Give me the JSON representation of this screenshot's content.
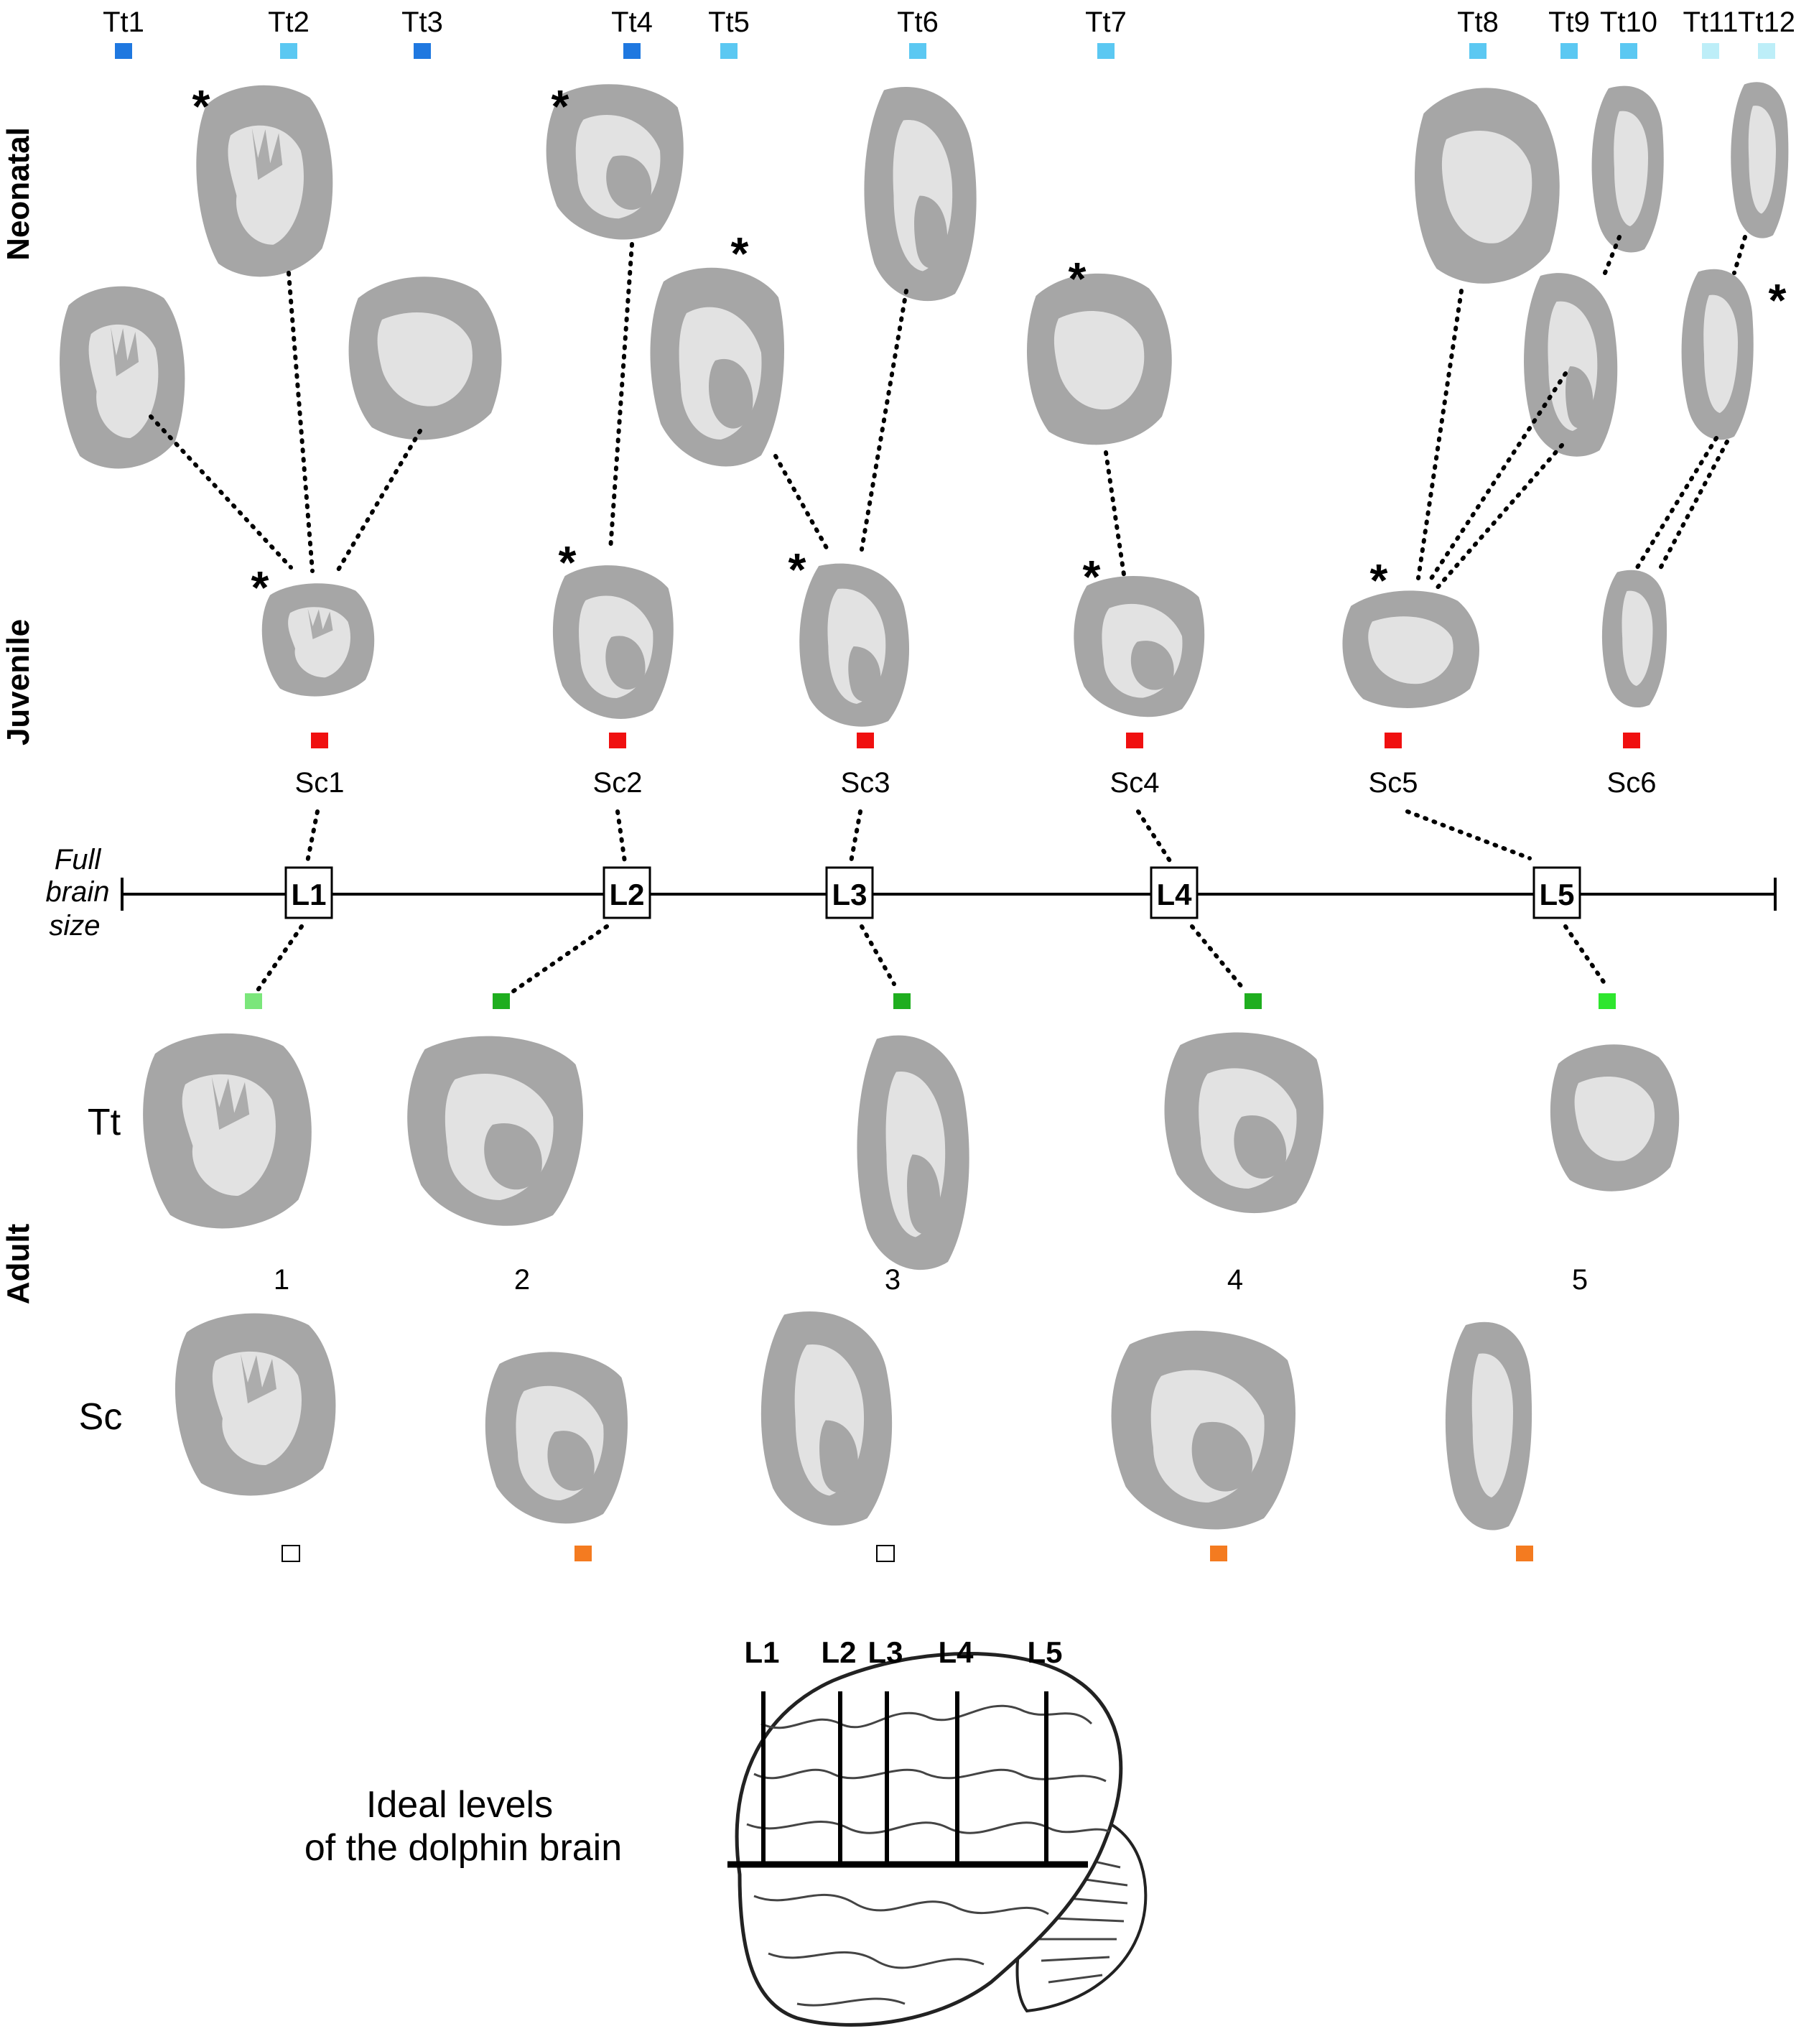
{
  "rows": {
    "neonatal": "Neonatal",
    "juvenile": "Juvenile",
    "adult": "Adult"
  },
  "neonatal_specimens": [
    {
      "label": "Tt1",
      "color": "#1f78e0"
    },
    {
      "label": "Tt2",
      "color": "#5bc8f2"
    },
    {
      "label": "Tt3",
      "color": "#1f78e0"
    },
    {
      "label": "Tt4",
      "color": "#1f78e0"
    },
    {
      "label": "Tt5",
      "color": "#5bc8f2"
    },
    {
      "label": "Tt6",
      "color": "#5bc8f2"
    },
    {
      "label": "Tt7",
      "color": "#5bc8f2"
    },
    {
      "label": "Tt8",
      "color": "#5bc8f2"
    },
    {
      "label": "Tt9",
      "color": "#5bc8f2"
    },
    {
      "label": "Tt10",
      "color": "#5bc8f2"
    },
    {
      "label": "Tt11",
      "color": "#bdeef8"
    },
    {
      "label": "Tt12",
      "color": "#bdeef8"
    }
  ],
  "juvenile_specimens": [
    {
      "label": "Sc1",
      "color": "#f01010"
    },
    {
      "label": "Sc2",
      "color": "#f01010"
    },
    {
      "label": "Sc3",
      "color": "#f01010"
    },
    {
      "label": "Sc4",
      "color": "#f01010"
    },
    {
      "label": "Sc5",
      "color": "#f01010"
    },
    {
      "label": "Sc6",
      "color": "#f01010"
    }
  ],
  "axis": {
    "label_line1": "Full",
    "label_line2": "brain",
    "label_line3": "size",
    "levels": [
      "L1",
      "L2",
      "L3",
      "L4",
      "L5"
    ]
  },
  "adult": {
    "tt_label": "Tt",
    "sc_label": "Sc",
    "tt_markers": [
      "#7be67b",
      "#1fae1f",
      "#1fae1f",
      "#1fae1f",
      "#2ee62e"
    ],
    "numbers": [
      "1",
      "2",
      "3",
      "4",
      "5"
    ],
    "sc_markers": [
      "#ffffff",
      "#f47b20",
      "#ffffff",
      "#f47b20",
      "#f47b20"
    ]
  },
  "ideal": {
    "caption_line1": "Ideal levels",
    "caption_line2": "of the dolphin brain",
    "levels": [
      "L1",
      "L2",
      "L3",
      "L4",
      "L5"
    ]
  },
  "asterisk": "*"
}
